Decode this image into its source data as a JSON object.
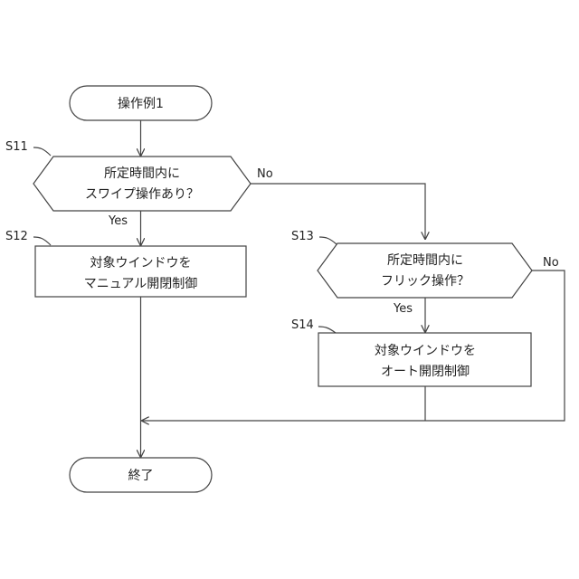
{
  "start": {
    "label": "操作例1"
  },
  "end": {
    "label": "終了"
  },
  "steps": {
    "s11": {
      "id": "S11",
      "lines": [
        "所定時間内に",
        "スワイプ操作あり？"
      ]
    },
    "s12": {
      "id": "S12",
      "lines": [
        "対象ウインドウを",
        "マニュアル開閉制御"
      ]
    },
    "s13": {
      "id": "S13",
      "lines": [
        "所定時間内に",
        "フリック操作？"
      ]
    },
    "s14": {
      "id": "S14",
      "lines": [
        "対象ウインドウを",
        "オート開閉制御"
      ]
    }
  },
  "branches": {
    "s11_yes": "Yes",
    "s11_no": "No",
    "s13_yes": "Yes",
    "s13_no": "No"
  },
  "colors": {
    "stroke": "#444444",
    "text": "#222222",
    "background": "#ffffff"
  }
}
